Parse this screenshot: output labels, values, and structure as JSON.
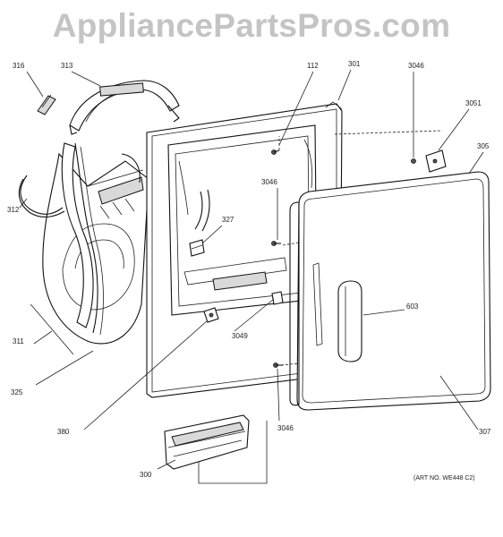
{
  "watermark": "AppliancePartsPros.com",
  "art_number": "(ART NO. WE448 C2)",
  "callouts": {
    "c316": "316",
    "c313": "313",
    "c112": "112",
    "c301": "301",
    "c3046a": "3046",
    "c3051": "3051",
    "c305": "305",
    "c312": "312",
    "c3046b": "3046",
    "c327": "327",
    "c603": "603",
    "c311": "311",
    "c3049": "3049",
    "c325": "325",
    "c380": "380",
    "c3046c": "3046",
    "c307": "307",
    "c300": "300"
  }
}
